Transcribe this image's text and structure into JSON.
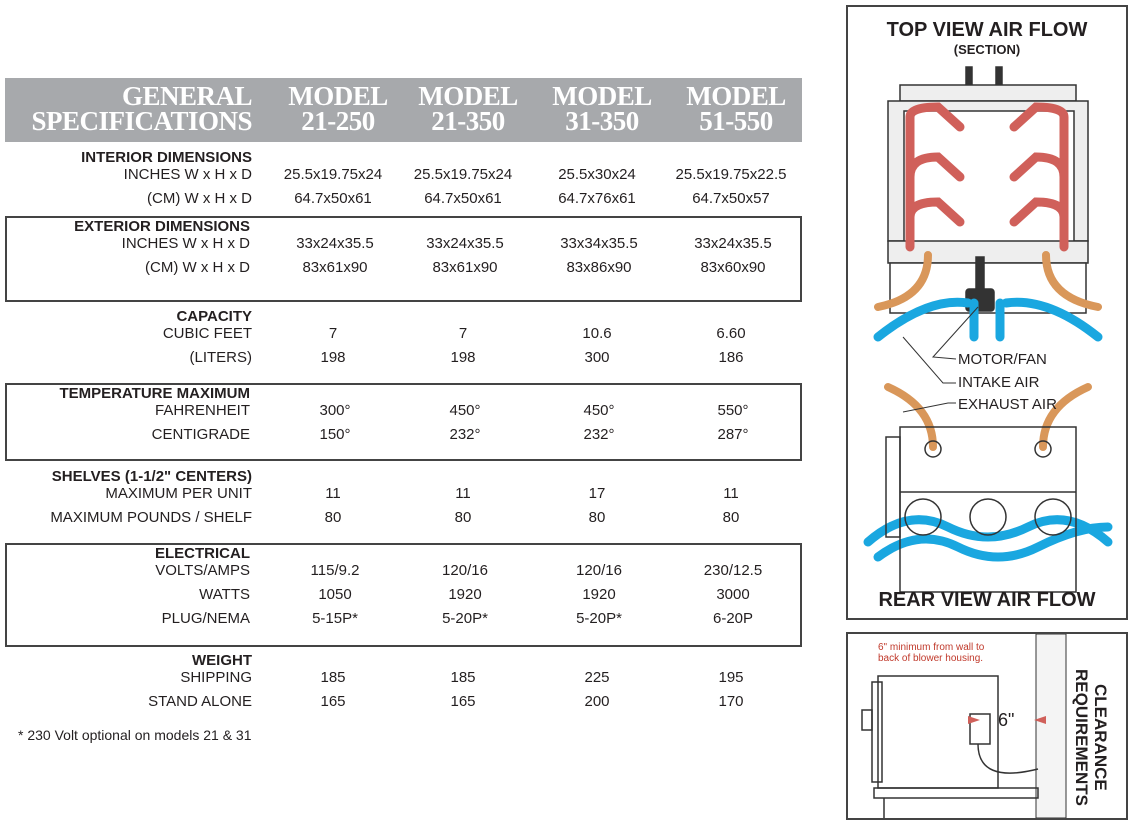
{
  "header": {
    "first": [
      "GENERAL",
      "SPECIFICATIONS"
    ],
    "models": [
      [
        "MODEL",
        "21-250"
      ],
      [
        "MODEL",
        "21-350"
      ],
      [
        "MODEL",
        "31-350"
      ],
      [
        "MODEL",
        "51-550"
      ]
    ]
  },
  "sections": [
    {
      "title": "INTERIOR DIMENSIONS",
      "boxed": false,
      "rows": [
        {
          "label": "INCHES W x H x D",
          "values": [
            "25.5x19.75x24",
            "25.5x19.75x24",
            "25.5x30x24",
            "25.5x19.75x22.5"
          ]
        },
        {
          "label": "(CM) W x H x D",
          "values": [
            "64.7x50x61",
            "64.7x50x61",
            "64.7x76x61",
            "64.7x50x57"
          ]
        }
      ]
    },
    {
      "title": "EXTERIOR DIMENSIONS",
      "boxed": true,
      "rows": [
        {
          "label": "INCHES W x H x D",
          "values": [
            "33x24x35.5",
            "33x24x35.5",
            "33x34x35.5",
            "33x24x35.5"
          ]
        },
        {
          "label": "(CM) W x H x D",
          "values": [
            "83x61x90",
            "83x61x90",
            "83x86x90",
            "83x60x90"
          ]
        }
      ]
    },
    {
      "title": "CAPACITY",
      "boxed": false,
      "rows": [
        {
          "label": "CUBIC FEET",
          "values": [
            "7",
            "7",
            "10.6",
            "6.60"
          ]
        },
        {
          "label": "(LITERS)",
          "values": [
            "198",
            "198",
            "300",
            "186"
          ]
        }
      ]
    },
    {
      "title": "TEMPERATURE MAXIMUM",
      "boxed": true,
      "rows": [
        {
          "label": "FAHRENHEIT",
          "values": [
            "300°",
            "450°",
            "450°",
            "550°"
          ]
        },
        {
          "label": "CENTIGRADE",
          "values": [
            "150°",
            "232°",
            "232°",
            "287°"
          ]
        }
      ]
    },
    {
      "title": "SHELVES (1-1/2\" CENTERS)",
      "boxed": false,
      "rows": [
        {
          "label": "MAXIMUM PER UNIT",
          "values": [
            "11",
            "11",
            "17",
            "11"
          ]
        },
        {
          "label": "MAXIMUM POUNDS / SHELF",
          "values": [
            "80",
            "80",
            "80",
            "80"
          ]
        }
      ]
    },
    {
      "title": "ELECTRICAL",
      "boxed": true,
      "rows": [
        {
          "label": "VOLTS/AMPS",
          "values": [
            "115/9.2",
            "120/16",
            "120/16",
            "230/12.5"
          ]
        },
        {
          "label": "WATTS",
          "values": [
            "1050",
            "1920",
            "1920",
            "3000"
          ]
        },
        {
          "label": "PLUG/NEMA",
          "values": [
            "5-15P*",
            "5-20P*",
            "5-20P*",
            "6-20P"
          ]
        }
      ]
    },
    {
      "title": "WEIGHT",
      "boxed": false,
      "rows": [
        {
          "label": "SHIPPING",
          "values": [
            "185",
            "185",
            "225",
            "195"
          ]
        },
        {
          "label": "STAND ALONE",
          "values": [
            "165",
            "165",
            "200",
            "170"
          ]
        }
      ]
    }
  ],
  "footnote": "* 230 Volt optional on models 21 & 31",
  "airflow": {
    "top_title": "TOP VIEW AIR FLOW",
    "top_subtitle": "(SECTION)",
    "labels": [
      "MOTOR/FAN",
      "INTAKE AIR",
      "EXHAUST AIR"
    ],
    "bottom_title": "REAR VIEW AIR FLOW",
    "colors": {
      "heat": "#d0605a",
      "intake": "#1aa7e0",
      "exhaust": "#d9975a"
    }
  },
  "clearance": {
    "note": [
      "6\" minimum from wall to",
      "back of blower housing."
    ],
    "distance": "6\"",
    "title": [
      "CLEARANCE",
      "REQUIREMENTS"
    ]
  }
}
